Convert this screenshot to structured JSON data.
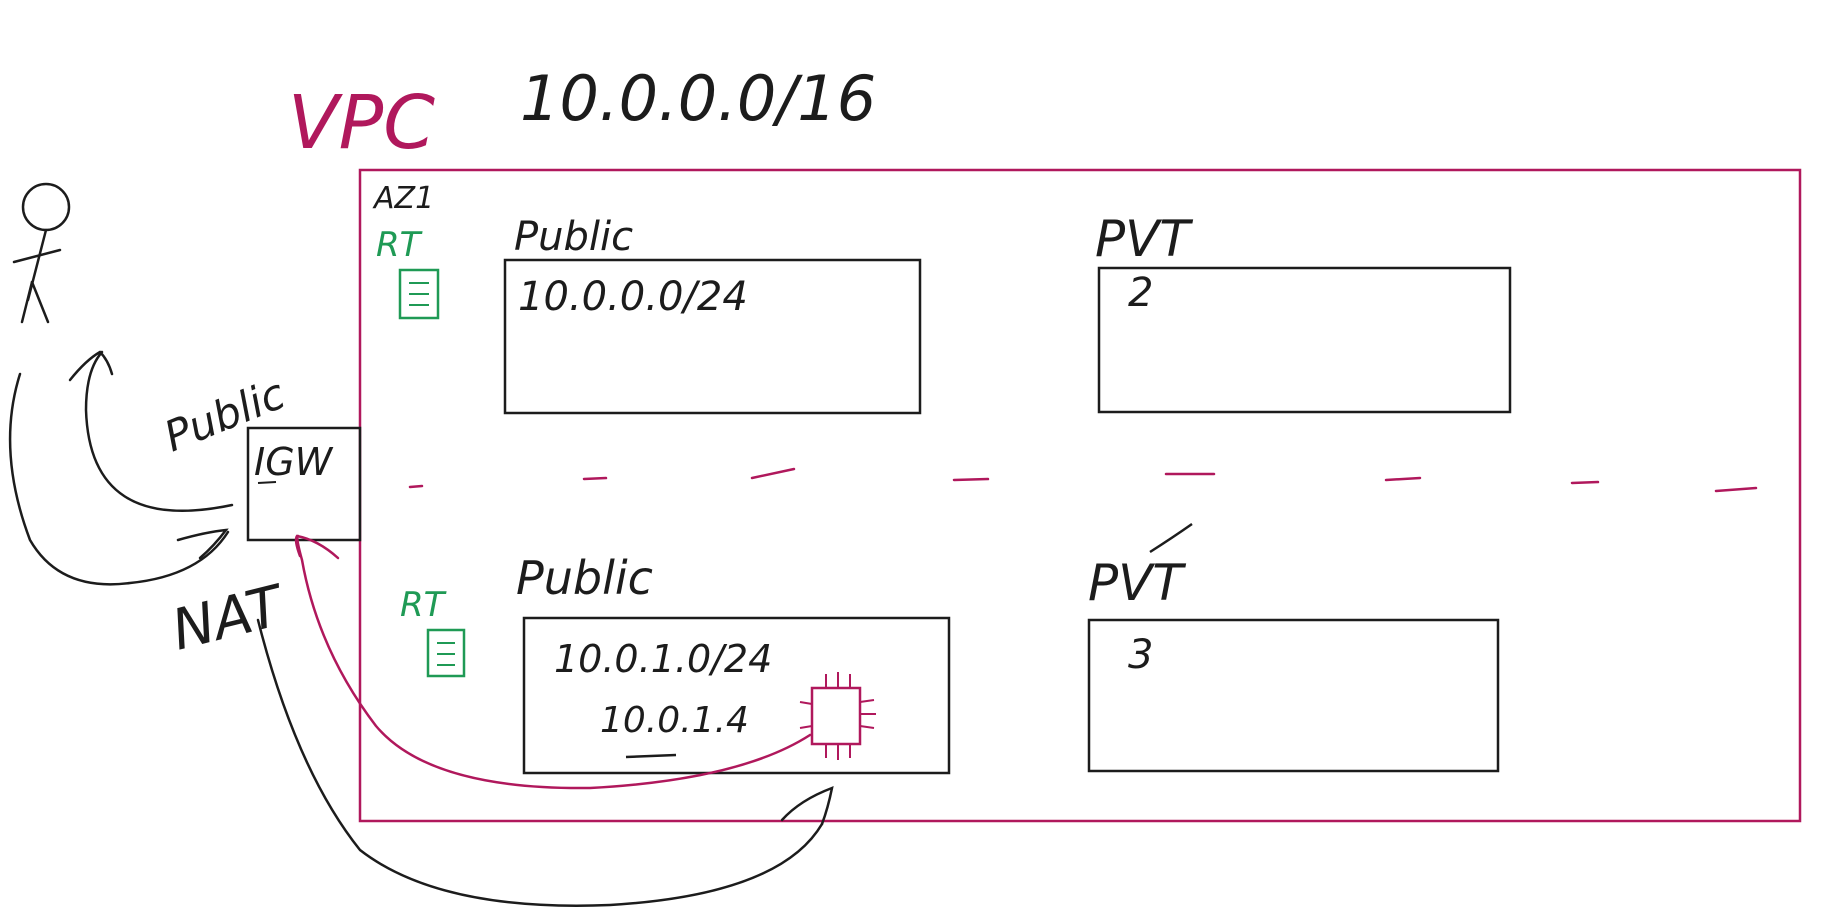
{
  "colors": {
    "ink": "#1c1c1c",
    "vpc": "#b0185c",
    "route_table": "#1f9a55"
  },
  "labels": {
    "vpc": "VPC",
    "vpc_cidr": "10.0.0.0/16",
    "az": "AZ1",
    "igw": "IGW",
    "igw_public": "Public",
    "nat": "NAT"
  },
  "subnets": [
    {
      "title": "Public",
      "cidr": "10.0.0.0/24",
      "rt": "RT"
    },
    {
      "title": "PVT",
      "cidr": "2"
    },
    {
      "title": "Public",
      "cidr": "10.0.1.0/24",
      "rt": "RT",
      "host_ip": "10.0.1.4"
    },
    {
      "title": "PVT",
      "cidr": "3"
    }
  ]
}
